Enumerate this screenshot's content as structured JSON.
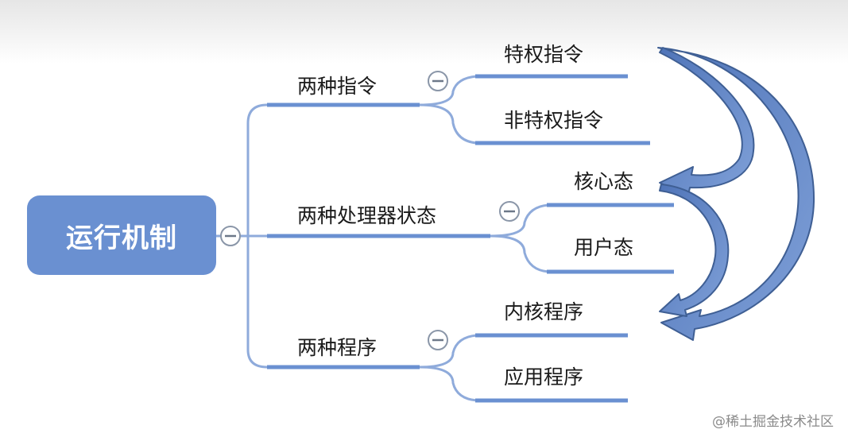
{
  "root": {
    "label": "运行机制"
  },
  "branches": [
    {
      "label": "两种指令",
      "children": [
        "特权指令",
        "非特权指令"
      ]
    },
    {
      "label": "两种处理器状态",
      "children": [
        "核心态",
        "用户态"
      ]
    },
    {
      "label": "两种程序",
      "children": [
        "内核程序",
        "应用程序"
      ]
    }
  ],
  "collapse_symbol": "⊖",
  "watermark": "@稀土掘金技术社区",
  "colors": {
    "root_fill": "#6a90d1",
    "branch_line": "#6a90d1",
    "arrow_fill": "#5b82c4",
    "arrow_stroke": "#3f5f94"
  }
}
